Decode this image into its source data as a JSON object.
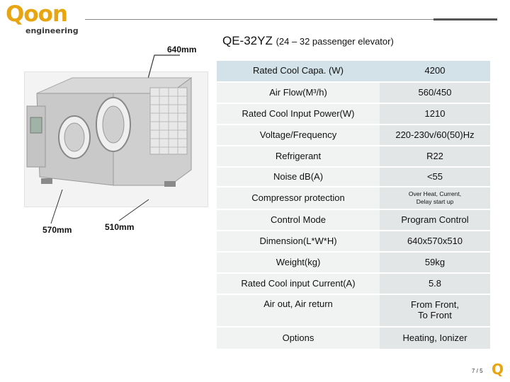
{
  "brand": {
    "name": "Qoon",
    "tagline": "engineering"
  },
  "title": {
    "model": "QE-32YZ",
    "subtitle": "(24 – 32 passenger elevator)"
  },
  "dimensions": {
    "width": "640mm",
    "depth": "570mm",
    "height": "510mm"
  },
  "specs": [
    {
      "label": "Rated Cool Capa. (W)",
      "value": "4200"
    },
    {
      "label": "Air Flow(M³/h)",
      "value": "560/450"
    },
    {
      "label": "Rated Cool Input Power(W)",
      "value": "1210"
    },
    {
      "label": "Voltage/Frequency",
      "value": "220-230v/60(50)Hz"
    },
    {
      "label": "Refrigerant",
      "value": "R22"
    },
    {
      "label": "Noise dB(A)",
      "value": "<55"
    },
    {
      "label": "Compressor protection",
      "value_line1": "Over Heat, Current,",
      "value_line2": "Delay start up"
    },
    {
      "label": "Control Mode",
      "value": "Program Control"
    },
    {
      "label": "Dimension(L*W*H)",
      "value": "640x570x510"
    },
    {
      "label": "Weight(kg)",
      "value": "59kg"
    },
    {
      "label": "Rated Cool input Current(A)",
      "value": "5.8"
    },
    {
      "label": "Air out, Air return",
      "value_line1": "From Front,",
      "value_line2": "To Front"
    },
    {
      "label": "Options",
      "value": "Heating, Ionizer"
    }
  ],
  "footer": {
    "page": "7 / 5",
    "logo_mark": "Q"
  },
  "colors": {
    "brand_orange": "#e8a512",
    "row_highlight": "#d2e2e8",
    "row_value": "#e3e6e7"
  }
}
